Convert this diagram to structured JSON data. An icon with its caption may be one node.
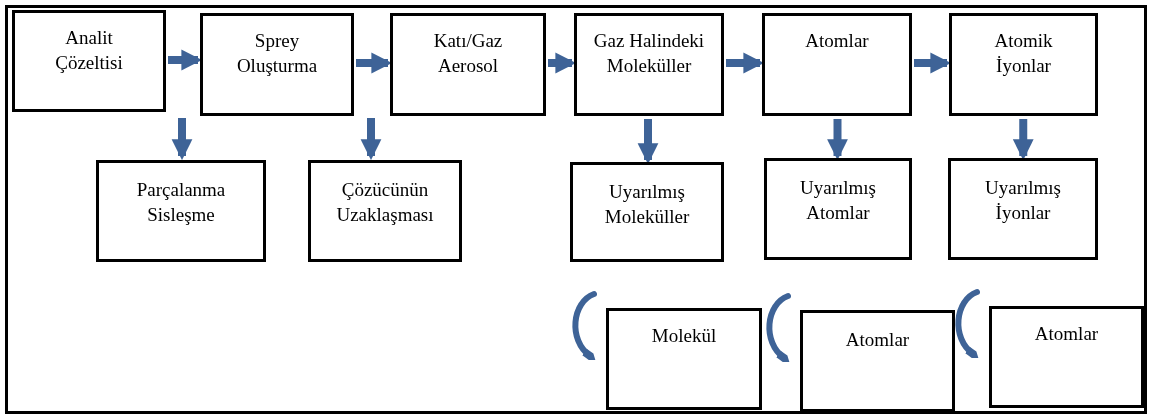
{
  "diagram": {
    "nodes": [
      {
        "text": [
          "Analit Çözeltisi"
        ]
      },
      {
        "text": [
          "Sprey Oluşturma"
        ]
      },
      {
        "text": [
          "Katı/Gaz Aerosol"
        ]
      },
      {
        "text": [
          "Gaz Halindeki Moleküller"
        ]
      },
      {
        "text": [
          "Atomlar"
        ]
      },
      {
        "text": [
          "Atomik İyonlar"
        ]
      },
      {
        "text": [
          "Parçalanma Sisleşme"
        ]
      },
      {
        "text": [
          "Çözücünün Uzaklaşması"
        ]
      },
      {
        "text": [
          "Uyarılmış Moleküller"
        ]
      },
      {
        "text": [
          "Uyarılmış Atomlar"
        ]
      },
      {
        "text": [
          "Uyarılmış İyonlar"
        ]
      },
      {
        "text": [
          "Molekül"
        ]
      },
      {
        "text": [
          "Atomlar"
        ]
      },
      {
        "text": [
          "Atomlar"
        ]
      }
    ],
    "edges": [
      {
        "from": 0,
        "to": 1,
        "arrow": "to"
      },
      {
        "from": 1,
        "to": 2,
        "arrow": "to"
      },
      {
        "from": 2,
        "to": 3,
        "arrow": "to"
      },
      {
        "from": 3,
        "to": 4,
        "arrow": "to"
      },
      {
        "from": 4,
        "to": 5,
        "arrow": "to"
      },
      {
        "from": null,
        "to": 6,
        "arrow": "to"
      },
      {
        "from": null,
        "to": 7,
        "arrow": "to"
      },
      {
        "from": 3,
        "to": 8,
        "arrow": "to"
      },
      {
        "from": 4,
        "to": 9,
        "arrow": "to"
      },
      {
        "from": 5,
        "to": 10,
        "arrow": "to"
      },
      {
        "from": null,
        "to": 11,
        "arrow": "to"
      },
      {
        "from": null,
        "to": 12,
        "arrow": "to"
      },
      {
        "from": null,
        "to": 13,
        "arrow": "to"
      }
    ]
  }
}
